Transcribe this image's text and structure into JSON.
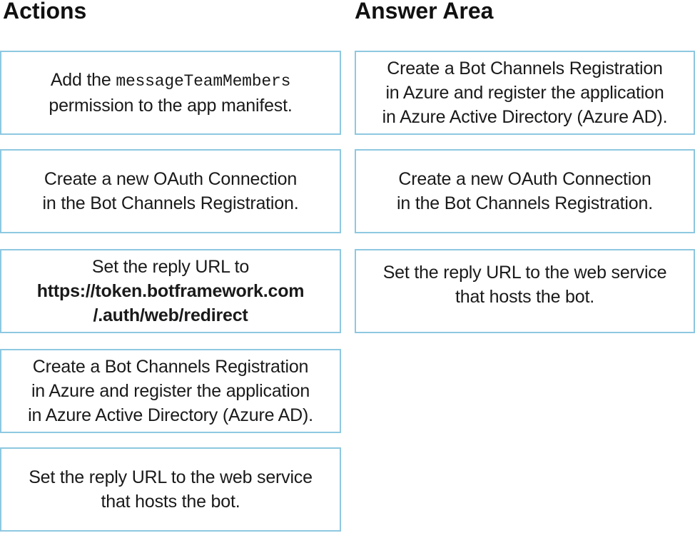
{
  "headings": {
    "actions": "Actions",
    "answer_area": "Answer Area"
  },
  "actions": [
    {
      "line1_prefix": "Add the ",
      "line1_code": "messageTeamMembers",
      "line2": "permission to the app manifest."
    },
    {
      "line1": "Create a new OAuth Connection",
      "line2": "in the Bot Channels Registration."
    },
    {
      "line1": "Set the reply URL to",
      "line2": "https://token.botframework.com",
      "line3": "/.auth/web/redirect"
    },
    {
      "line1": "Create a Bot Channels Registration",
      "line2": "in Azure and register the application",
      "line3": "in Azure Active Directory (Azure AD)."
    },
    {
      "line1": "Set the reply URL to the web service",
      "line2": "that hosts the bot."
    }
  ],
  "answers": [
    {
      "line1": "Create a Bot Channels Registration",
      "line2": "in Azure and register the application",
      "line3": "in Azure Active Directory (Azure AD)."
    },
    {
      "line1": "Create a new OAuth Connection",
      "line2": "in the Bot Channels Registration."
    },
    {
      "line1": "Set the reply URL to the web service",
      "line2": "that hosts the bot."
    }
  ],
  "colors": {
    "card_border": "#8ec8e0",
    "text": "#1a1a1a"
  }
}
